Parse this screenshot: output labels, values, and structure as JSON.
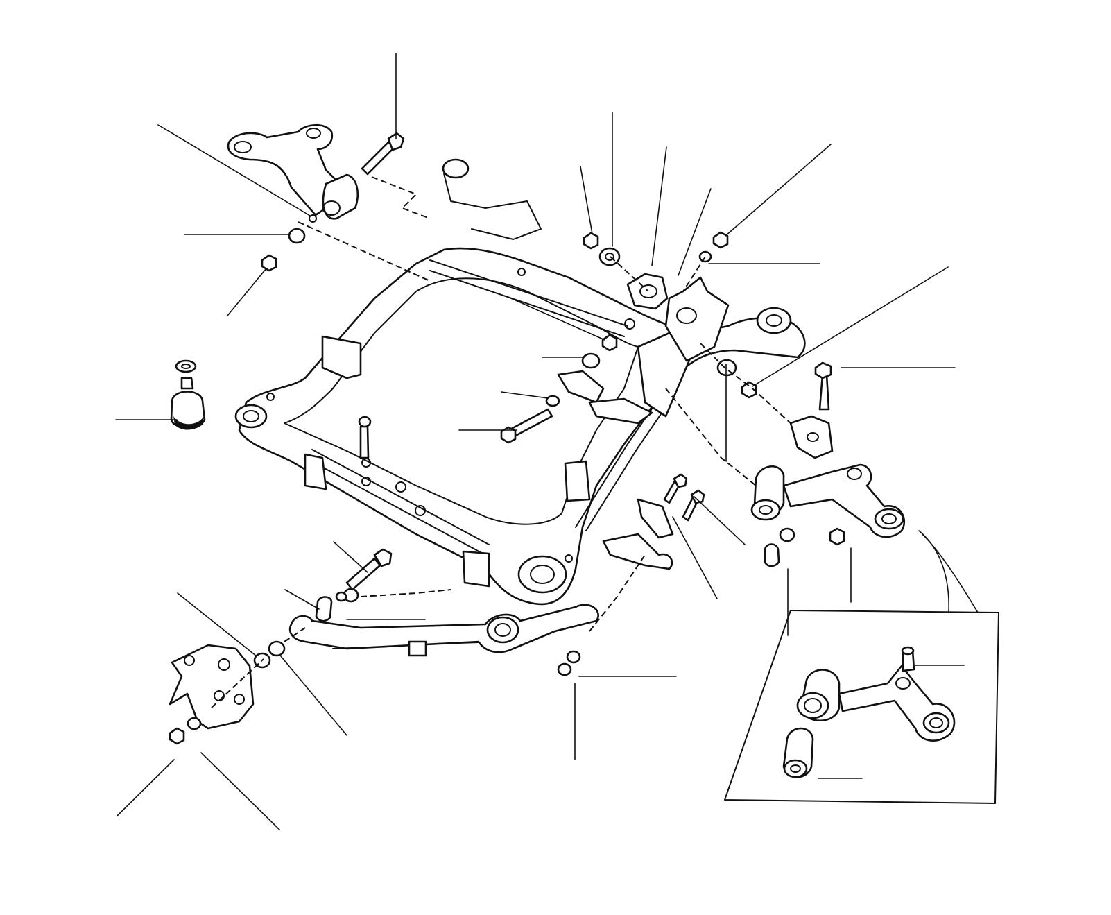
{
  "diagram": {
    "kind": "exploded parts diagram",
    "colors": {
      "ink": "#111111",
      "background": "#ffffff"
    },
    "parts": [
      "subframe",
      "left-rear-mount-bracket",
      "right-rear-mount-bracket",
      "front-lower-arm",
      "rear-lower-arm",
      "front-left-mount-bracket",
      "engine-mount-buffer",
      "mount-bushing",
      "inset-bushing-detail"
    ]
  }
}
